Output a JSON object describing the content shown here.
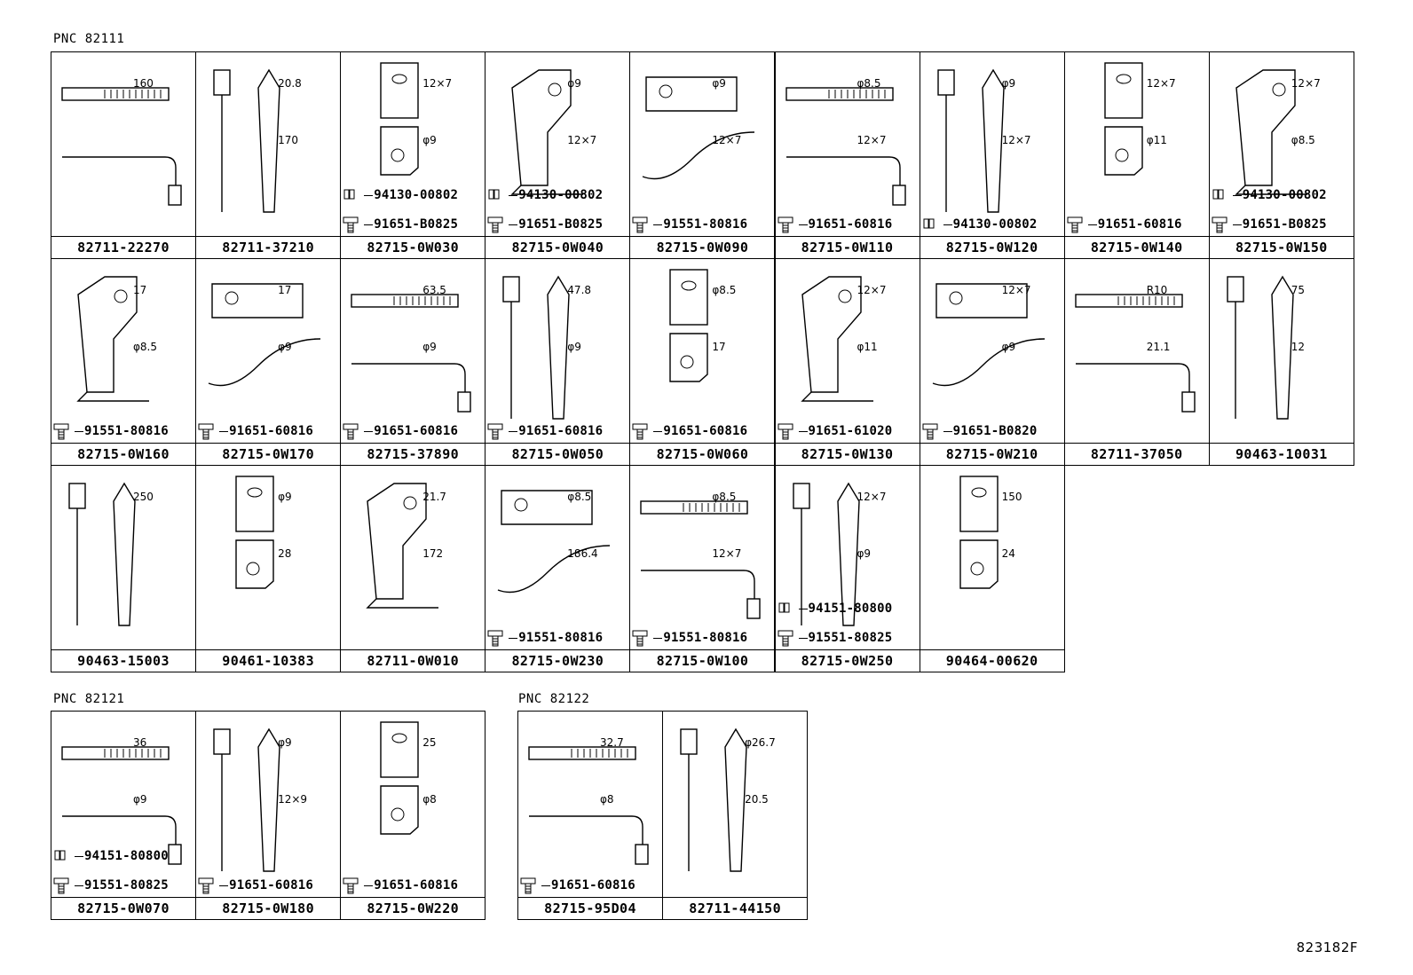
{
  "sections": [
    {
      "pnc": "PNC 82111",
      "rows": [
        [
          {
            "part": "82711-22270",
            "dims": [
              "160"
            ],
            "fasteners": []
          },
          {
            "part": "82711-37210",
            "dims": [
              "20.8",
              "170"
            ],
            "fasteners": []
          },
          {
            "part": "82715-0W030",
            "dims": [
              "12×7",
              "φ9"
            ],
            "fasteners": [
              {
                "code": "94130-00802",
                "type": "washer"
              },
              {
                "code": "91651-B0825",
                "type": "bolt"
              }
            ]
          },
          {
            "part": "82715-0W040",
            "dims": [
              "φ9",
              "12×7"
            ],
            "fasteners": [
              {
                "code": "94130-00802",
                "type": "washer"
              },
              {
                "code": "91651-B0825",
                "type": "bolt"
              }
            ]
          },
          {
            "part": "82715-0W090",
            "dims": [
              "φ9",
              "12×7"
            ],
            "fasteners": [
              {
                "code": "91551-80816",
                "type": "bolt"
              }
            ]
          },
          {
            "part": "82715-0W110",
            "dims": [
              "φ8.5",
              "12×7"
            ],
            "fasteners": [
              {
                "code": "91651-60816",
                "type": "bolt"
              }
            ]
          },
          {
            "part": "82715-0W120",
            "dims": [
              "φ9",
              "12×7"
            ],
            "fasteners": [
              {
                "code": "94130-00802",
                "type": "washer"
              }
            ]
          },
          {
            "part": "82715-0W140",
            "dims": [
              "12×7",
              "φ11"
            ],
            "fasteners": [
              {
                "code": "91651-60816",
                "type": "bolt"
              }
            ]
          },
          {
            "part": "82715-0W150",
            "dims": [
              "12×7",
              "φ8.5"
            ],
            "fasteners": [
              {
                "code": "94130-00802",
                "type": "washer"
              },
              {
                "code": "91651-B0825",
                "type": "bolt"
              }
            ]
          }
        ],
        [
          {
            "part": "82715-0W160",
            "dims": [
              "17",
              "φ8.5"
            ],
            "fasteners": [
              {
                "code": "91551-80816",
                "type": "bolt"
              }
            ]
          },
          {
            "part": "82715-0W170",
            "dims": [
              "17",
              "φ9"
            ],
            "fasteners": [
              {
                "code": "91651-60816",
                "type": "bolt"
              }
            ]
          },
          {
            "part": "82715-37890",
            "dims": [
              "63.5",
              "φ9"
            ],
            "fasteners": [
              {
                "code": "91651-60816",
                "type": "bolt"
              }
            ]
          },
          {
            "part": "82715-0W050",
            "dims": [
              "47.8",
              "φ9"
            ],
            "fasteners": [
              {
                "code": "91651-60816",
                "type": "bolt"
              }
            ]
          },
          {
            "part": "82715-0W060",
            "dims": [
              "φ8.5",
              "17"
            ],
            "fasteners": [
              {
                "code": "91651-60816",
                "type": "bolt"
              }
            ]
          },
          {
            "part": "82715-0W130",
            "dims": [
              "12×7",
              "φ11"
            ],
            "fasteners": [
              {
                "code": "91651-61020",
                "type": "bolt"
              }
            ]
          },
          {
            "part": "82715-0W210",
            "dims": [
              "12×7",
              "φ9"
            ],
            "fasteners": [
              {
                "code": "91651-B0820",
                "type": "bolt"
              }
            ]
          },
          {
            "part": "82711-37050",
            "dims": [
              "R10",
              "21.1"
            ],
            "fasteners": []
          },
          {
            "part": "90463-10031",
            "dims": [
              "75",
              "12"
            ],
            "fasteners": []
          }
        ],
        [
          {
            "part": "90463-15003",
            "dims": [
              "250"
            ],
            "fasteners": []
          },
          {
            "part": "90461-10383",
            "dims": [
              "φ9",
              "28"
            ],
            "fasteners": []
          },
          {
            "part": "82711-0W010",
            "dims": [
              "21.7",
              "172"
            ],
            "fasteners": []
          },
          {
            "part": "82715-0W230",
            "dims": [
              "φ8.5",
              "186.4"
            ],
            "fasteners": [
              {
                "code": "91551-80816",
                "type": "bolt"
              }
            ]
          },
          {
            "part": "82715-0W100",
            "dims": [
              "φ8.5",
              "12×7"
            ],
            "fasteners": [
              {
                "code": "91551-80816",
                "type": "bolt"
              }
            ]
          },
          {
            "part": "82715-0W250",
            "dims": [
              "12×7",
              "φ9"
            ],
            "fasteners": [
              {
                "code": "94151-80800",
                "type": "washer"
              },
              {
                "code": "91551-80825",
                "type": "bolt"
              }
            ]
          },
          {
            "part": "90464-00620",
            "dims": [
              "150",
              "24"
            ],
            "fasteners": []
          }
        ]
      ]
    },
    {
      "pnc": "PNC 82121",
      "rows": [
        [
          {
            "part": "82715-0W070",
            "dims": [
              "36",
              "φ9"
            ],
            "fasteners": [
              {
                "code": "94151-80800",
                "type": "washer"
              },
              {
                "code": "91551-80825",
                "type": "bolt"
              }
            ]
          },
          {
            "part": "82715-0W180",
            "dims": [
              "φ9",
              "12×9"
            ],
            "fasteners": [
              {
                "code": "91651-60816",
                "type": "bolt"
              }
            ]
          },
          {
            "part": "82715-0W220",
            "dims": [
              "25",
              "φ8"
            ],
            "fasteners": [
              {
                "code": "91651-60816",
                "type": "bolt"
              }
            ]
          }
        ]
      ]
    },
    {
      "pnc": "PNC 82122",
      "rows": [
        [
          {
            "part": "82715-95D04",
            "dims": [
              "32.7",
              "φ8"
            ],
            "fasteners": [
              {
                "code": "91651-60816",
                "type": "bolt"
              }
            ]
          },
          {
            "part": "82711-44150",
            "dims": [
              "φ26.7",
              "20.5"
            ],
            "fasteners": []
          }
        ]
      ]
    }
  ],
  "reference": "823182F"
}
